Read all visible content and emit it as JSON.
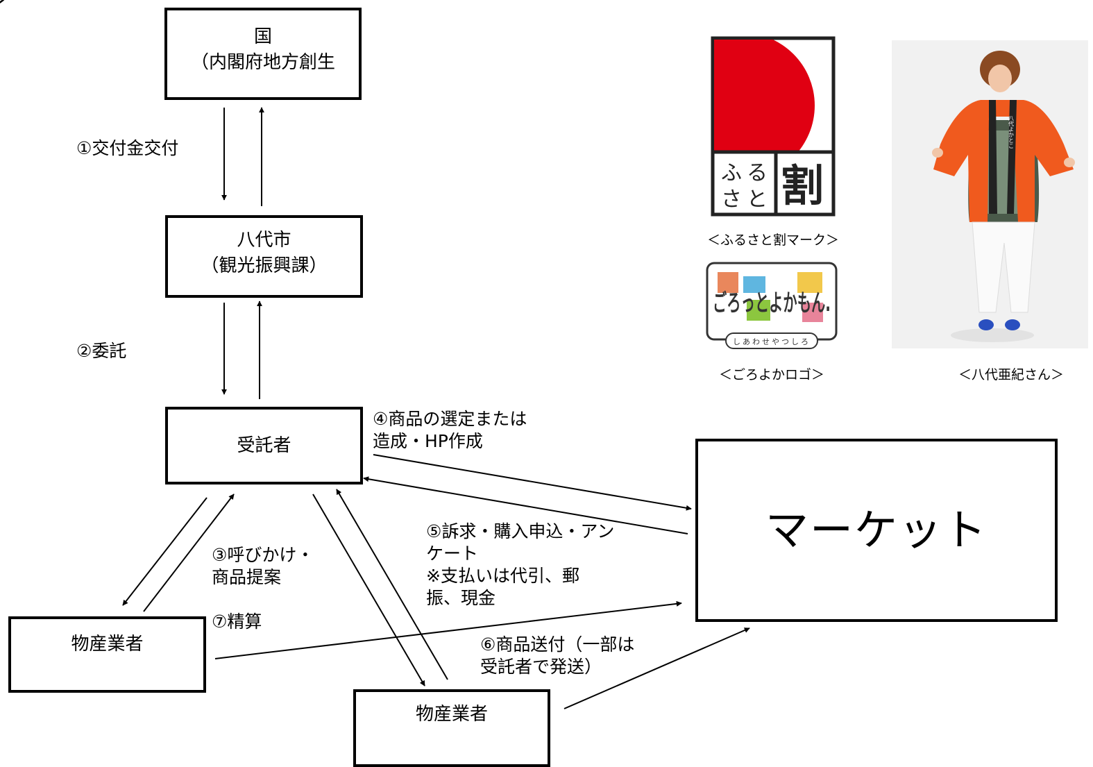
{
  "title_fragment": "ン",
  "boxes": {
    "kuni": {
      "line1": "国",
      "line2": "（内閣府地方創生"
    },
    "yatsushiro": {
      "line1": "八代市",
      "line2": "（観光振興課）"
    },
    "jutakusha": {
      "line1": "受託者"
    },
    "bussan_left": {
      "line1": "物産業者"
    },
    "bussan_bottom": {
      "line1": "物産業者"
    },
    "market": {
      "line1": "マーケット"
    }
  },
  "labels": {
    "step1": "①交付金交付",
    "step2": "②委託",
    "step3": "③呼びかけ・\n商品提案",
    "step4": "④商品の選定または\n造成・HP作成",
    "step5": "⑤訴求・購入申込・アン\nケート\n※支払いは代引、郵\n振、現金",
    "step6": "⑥商品送付（一部は\n受託者で発送）",
    "step7": "⑦精算"
  },
  "logos": {
    "furusato_text": [
      "ふ",
      "る",
      "さ",
      "と",
      "割"
    ],
    "furusato_caption": "＜ふるさと割マーク＞",
    "goro_text": "ごろっとよかもん.",
    "goro_tagline": "しあわせやつしろ",
    "goro_caption": "＜ごろよかロゴ＞",
    "photo_sash": "八代よかとこ",
    "photo_caption": "＜八代亜紀さん＞"
  },
  "colors": {
    "sun_red": "#e00012",
    "happi_orange": "#f05a1e",
    "goro_orange": "#e9875c",
    "goro_blue": "#5fb6e0",
    "goro_yellow": "#f2c84b",
    "goro_green": "#8cc63f",
    "goro_pink": "#e8849a"
  }
}
